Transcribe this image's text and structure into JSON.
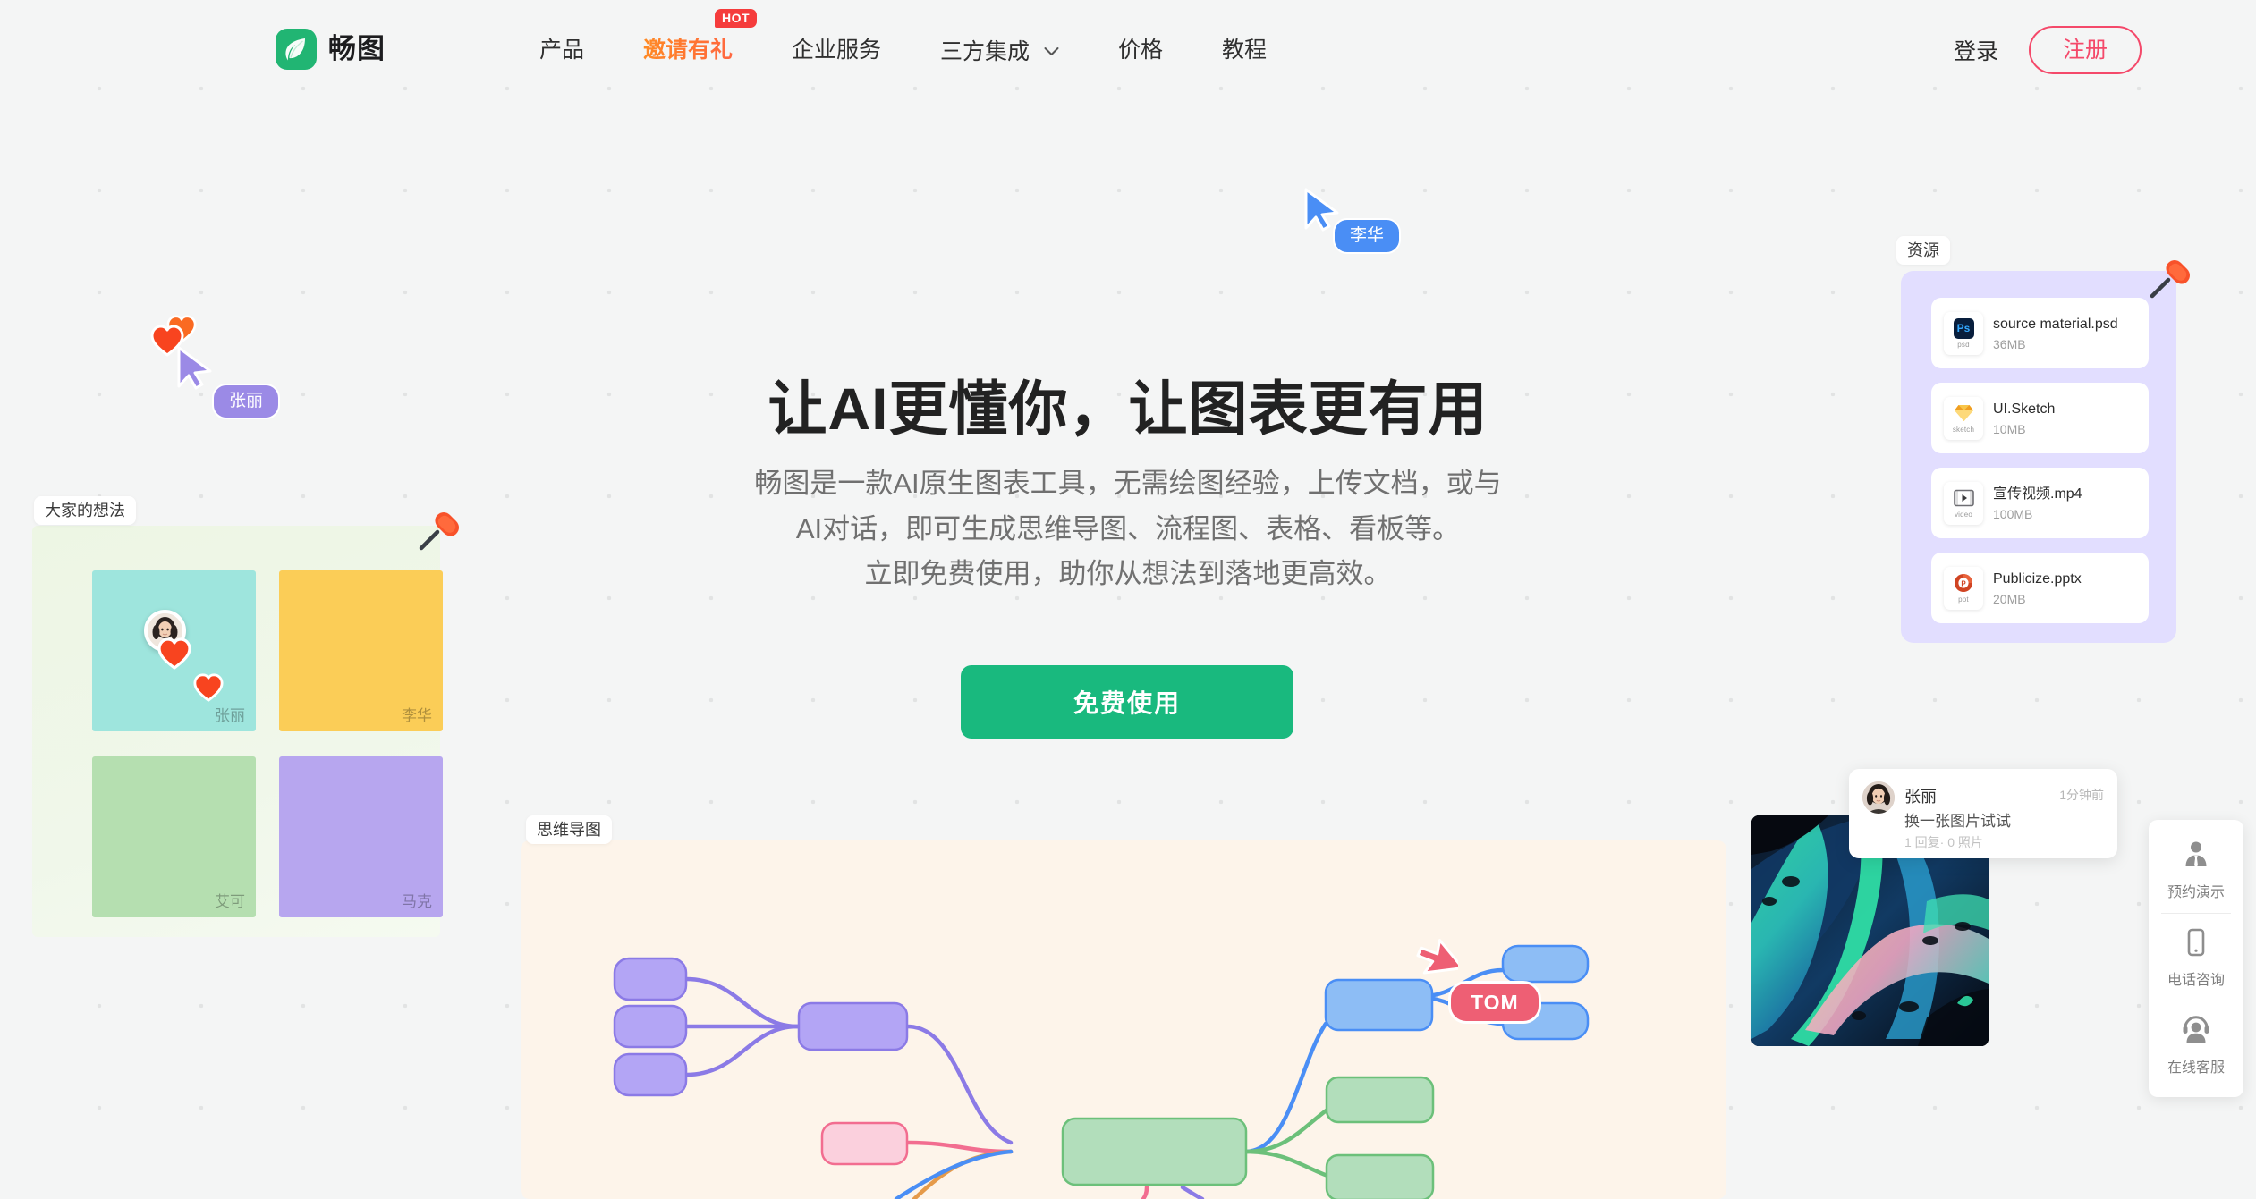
{
  "brand": {
    "name": "畅图",
    "logo_icon": "leaf-logo-icon",
    "logo_color": "#21b573"
  },
  "nav": {
    "items": [
      {
        "label": "产品",
        "accent": false,
        "badge": null,
        "chevron": false
      },
      {
        "label": "邀请有礼",
        "accent": true,
        "badge": "HOT",
        "chevron": false
      },
      {
        "label": "企业服务",
        "accent": false,
        "badge": null,
        "chevron": false
      },
      {
        "label": "三方集成",
        "accent": false,
        "badge": null,
        "chevron": true
      },
      {
        "label": "价格",
        "accent": false,
        "badge": null,
        "chevron": false
      },
      {
        "label": "教程",
        "accent": false,
        "badge": null,
        "chevron": false
      }
    ]
  },
  "auth": {
    "login": "登录",
    "signup": "注册",
    "signup_color": "#f4496a"
  },
  "hero": {
    "title": "让AI更懂你，让图表更有用",
    "subtitle_line1": "畅图是一款AI原生图表工具，无需绘图经验，上传文档，或与",
    "subtitle_line2": "AI对话，即可生成思维导图、流程图、表格、看板等。",
    "subtitle_line3": "立即免费使用，助你从想法到落地更高效。",
    "cta": "免费使用",
    "cta_color": "#19b97e"
  },
  "ideas_board": {
    "tag": "大家的想法",
    "pin_icon": "pushpin-icon",
    "notes": [
      {
        "author": "张丽",
        "color": "#9ee5dd",
        "has_avatar": true
      },
      {
        "author": "李华",
        "color": "#fbcd57",
        "has_avatar": false
      },
      {
        "author": "艾可",
        "color": "#b5dfb0",
        "has_avatar": false
      },
      {
        "author": "马克",
        "color": "#b7a6ef",
        "has_avatar": false
      }
    ]
  },
  "cursors": [
    {
      "name": "李华",
      "color": "#4a8ef5"
    },
    {
      "name": "张丽",
      "color": "#9b8ae6"
    }
  ],
  "resources": {
    "tag": "资源",
    "pin_icon": "pushpin-icon",
    "files": [
      {
        "name": "source material.psd",
        "size": "36MB",
        "ext": "psd",
        "glyph": "Ps",
        "glyph_bg": "#081e3d",
        "glyph_fg": "#33a8ff"
      },
      {
        "name": "UI.Sketch",
        "size": "10MB",
        "ext": "sketch",
        "glyph": "S",
        "glyph_bg": "#f7b500",
        "glyph_fg": "#ffffff"
      },
      {
        "name": "宣传视频.mp4",
        "size": "100MB",
        "ext": "video",
        "glyph": "▶",
        "glyph_bg": "#8e8e93",
        "glyph_fg": "#ffffff"
      },
      {
        "name": "Publicize.pptx",
        "size": "20MB",
        "ext": "ppt",
        "glyph": "P",
        "glyph_bg": "#c4441f",
        "glyph_fg": "#ffffff"
      }
    ]
  },
  "comment": {
    "author": "张丽",
    "time": "1分钟前",
    "text": "换一张图片试试",
    "stats": "1 回复· 0 照片"
  },
  "mindmap": {
    "tag": "思维导图",
    "tom_label": "TOM",
    "tom_color": "#ee5f74",
    "node_colors": {
      "purple": "#b3a5f5",
      "blue": "#8dbdf5",
      "green": "#b2debb",
      "pink": "#fbd0dd"
    }
  },
  "side_dock": {
    "items": [
      {
        "label": "预约演示",
        "icon": "person-tie-icon"
      },
      {
        "label": "电话咨询",
        "icon": "phone-icon"
      },
      {
        "label": "在线客服",
        "icon": "headset-agent-icon"
      }
    ]
  }
}
